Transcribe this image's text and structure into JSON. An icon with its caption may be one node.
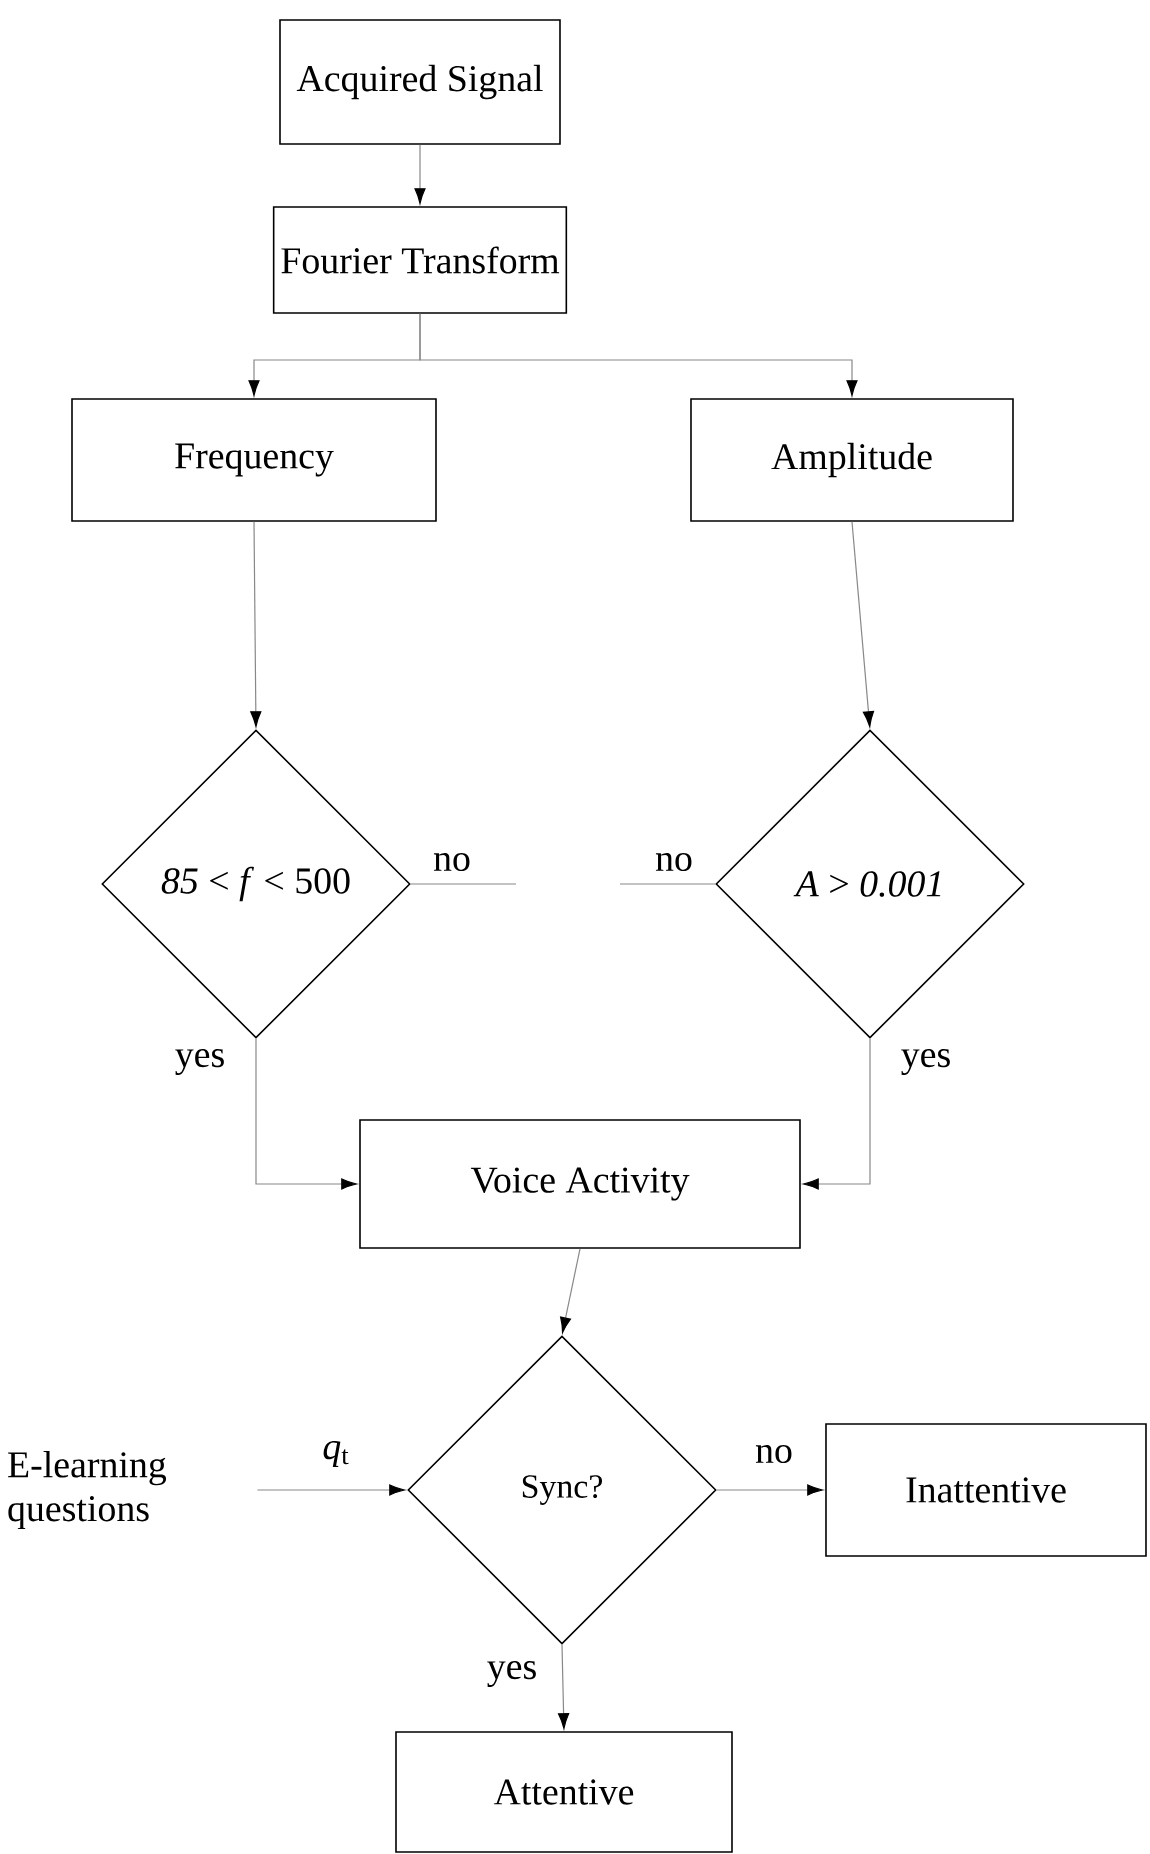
{
  "diagram": {
    "nodes": [
      {
        "text": [
          "Acquired Signal"
        ]
      },
      {
        "text": [
          "Fourier Transform"
        ]
      },
      {
        "text": [
          "Frequency"
        ]
      },
      {
        "text": [
          "Amplitude"
        ]
      },
      {
        "text": [
          "*85* < *f* < 500"
        ]
      },
      {
        "text": [
          "*A* > *0.001*"
        ]
      },
      {
        "text": [
          "Voice Activity"
        ]
      },
      {
        "text": [
          "E-learning questions"
        ]
      },
      {
        "text": [
          "Sync?"
        ]
      },
      {
        "text": [
          "Inattentive"
        ]
      },
      {
        "text": [
          "Attentive"
        ]
      }
    ],
    "edges": [
      {
        "from": 0,
        "to": 1,
        "arrow": "to"
      },
      {
        "from": 1,
        "to": 2,
        "arrow": "to"
      },
      {
        "from": 1,
        "to": 3,
        "arrow": "to"
      },
      {
        "from": 2,
        "to": 4,
        "arrow": "to"
      },
      {
        "from": 3,
        "to": 5,
        "arrow": "to"
      },
      {
        "from": 4,
        "to": null,
        "arrow": "none",
        "label": "no"
      },
      {
        "from": 5,
        "to": null,
        "arrow": "none",
        "label": "no"
      },
      {
        "from": 4,
        "to": 6,
        "arrow": "to",
        "label": "yes"
      },
      {
        "from": 5,
        "to": 6,
        "arrow": "to",
        "label": "yes"
      },
      {
        "from": 6,
        "to": 8,
        "arrow": "to"
      },
      {
        "from": 7,
        "to": 8,
        "arrow": "to",
        "label": "*q*$_{t}$"
      },
      {
        "from": 8,
        "to": 9,
        "arrow": "to",
        "label": "no"
      },
      {
        "from": 8,
        "to": 10,
        "arrow": "to",
        "label": "yes"
      }
    ]
  }
}
